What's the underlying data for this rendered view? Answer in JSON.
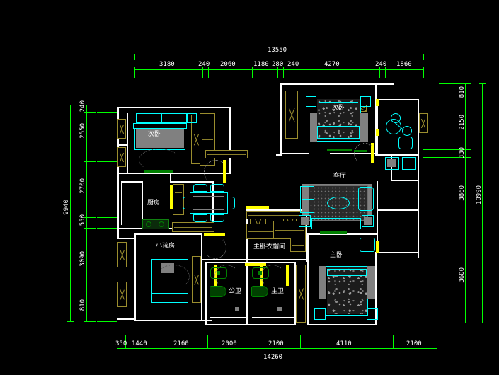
{
  "drawing": {
    "type": "architectural-floor-plan",
    "background_color": "#000000",
    "dimension_color": "#00ff00",
    "wall_color": "#ffffff",
    "furniture_color": "#00ffff",
    "door_color": "#ffff00",
    "window_color": "#9a8d2e",
    "fixture_color": "#008000"
  },
  "dimensions": {
    "top_overall": "13550",
    "top_chain": [
      "3180",
      "240",
      "2060",
      "1180",
      "280",
      "240",
      "4270",
      "240",
      "1860"
    ],
    "bottom_overall": "14260",
    "bottom_chain": [
      "350",
      "1440",
      "2160",
      "2000",
      "2100",
      "4110",
      "2100"
    ],
    "left_overall": "9940",
    "left_chain": [
      "240",
      "2550",
      "2700",
      "550",
      "3090",
      "810"
    ],
    "right_overall": "10990",
    "right_chain": [
      "810",
      "2150",
      "330",
      "3860",
      "3600"
    ]
  },
  "rooms": [
    {
      "id": "bedroom-2",
      "label": "次卧"
    },
    {
      "id": "kitchen",
      "label": "厨房"
    },
    {
      "id": "children-room",
      "label": "小孩房"
    },
    {
      "id": "bedroom-3",
      "label": "次卧"
    },
    {
      "id": "living-room",
      "label": "客厅"
    },
    {
      "id": "master-wardrobe",
      "label": "主卧衣帽间"
    },
    {
      "id": "public-bath",
      "label": "公卫"
    },
    {
      "id": "master-bath",
      "label": "主卫"
    },
    {
      "id": "master-bedroom",
      "label": "主卧"
    }
  ]
}
